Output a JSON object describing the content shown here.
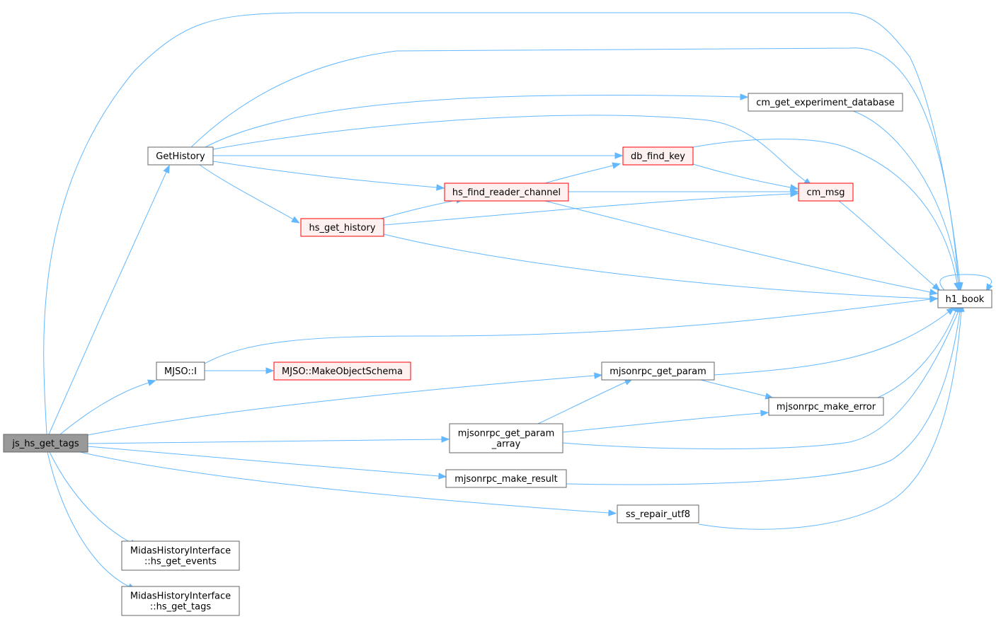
{
  "graph": {
    "nodes": [
      {
        "id": "root",
        "lines": [
          "js_hs_get_tags"
        ],
        "style": "root"
      },
      {
        "id": "gethistory",
        "lines": [
          "GetHistory"
        ],
        "style": "normal"
      },
      {
        "id": "mjso_i",
        "lines": [
          "MJSO::I"
        ],
        "style": "normal"
      },
      {
        "id": "hs_get_history",
        "lines": [
          "hs_get_history"
        ],
        "style": "red"
      },
      {
        "id": "mjso_makeobjectschema",
        "lines": [
          "MJSO::MakeObjectSchema"
        ],
        "style": "red"
      },
      {
        "id": "hs_find_reader_channel",
        "lines": [
          "hs_find_reader_channel"
        ],
        "style": "red"
      },
      {
        "id": "db_find_key",
        "lines": [
          "db_find_key"
        ],
        "style": "red"
      },
      {
        "id": "cm_get_experiment_database",
        "lines": [
          "cm_get_experiment_database"
        ],
        "style": "normal"
      },
      {
        "id": "cm_msg",
        "lines": [
          "cm_msg"
        ],
        "style": "red"
      },
      {
        "id": "h1_book",
        "lines": [
          "h1_book"
        ],
        "style": "normal"
      },
      {
        "id": "mjsonrpc_get_param",
        "lines": [
          "mjsonrpc_get_param"
        ],
        "style": "normal"
      },
      {
        "id": "mjsonrpc_get_param_array",
        "lines": [
          "mjsonrpc_get_param",
          "_array"
        ],
        "style": "normal"
      },
      {
        "id": "mjsonrpc_make_error",
        "lines": [
          "mjsonrpc_make_error"
        ],
        "style": "normal"
      },
      {
        "id": "mjsonrpc_make_result",
        "lines": [
          "mjsonrpc_make_result"
        ],
        "style": "normal"
      },
      {
        "id": "ss_repair_utf8",
        "lines": [
          "ss_repair_utf8"
        ],
        "style": "normal"
      },
      {
        "id": "mhi_hs_get_events",
        "lines": [
          "MidasHistoryInterface",
          "::hs_get_events"
        ],
        "style": "normal"
      },
      {
        "id": "mhi_hs_get_tags",
        "lines": [
          "MidasHistoryInterface",
          "::hs_get_tags"
        ],
        "style": "normal"
      }
    ],
    "edges": [
      {
        "from": "root",
        "to": "gethistory"
      },
      {
        "from": "root",
        "to": "h1_book"
      },
      {
        "from": "root",
        "to": "mjso_i"
      },
      {
        "from": "root",
        "to": "mjsonrpc_get_param"
      },
      {
        "from": "root",
        "to": "mjsonrpc_get_param_array"
      },
      {
        "from": "root",
        "to": "mjsonrpc_make_result"
      },
      {
        "from": "root",
        "to": "ss_repair_utf8"
      },
      {
        "from": "root",
        "to": "mhi_hs_get_events"
      },
      {
        "from": "root",
        "to": "mhi_hs_get_tags"
      },
      {
        "from": "gethistory",
        "to": "h1_book"
      },
      {
        "from": "gethistory",
        "to": "cm_get_experiment_database"
      },
      {
        "from": "gethistory",
        "to": "cm_msg"
      },
      {
        "from": "gethistory",
        "to": "db_find_key"
      },
      {
        "from": "gethistory",
        "to": "hs_find_reader_channel"
      },
      {
        "from": "gethistory",
        "to": "hs_get_history"
      },
      {
        "from": "hs_get_history",
        "to": "hs_find_reader_channel"
      },
      {
        "from": "hs_get_history",
        "to": "cm_msg"
      },
      {
        "from": "hs_get_history",
        "to": "h1_book"
      },
      {
        "from": "hs_find_reader_channel",
        "to": "db_find_key"
      },
      {
        "from": "hs_find_reader_channel",
        "to": "cm_msg"
      },
      {
        "from": "hs_find_reader_channel",
        "to": "h1_book"
      },
      {
        "from": "db_find_key",
        "to": "cm_msg"
      },
      {
        "from": "db_find_key",
        "to": "h1_book"
      },
      {
        "from": "cm_get_experiment_database",
        "to": "h1_book"
      },
      {
        "from": "cm_msg",
        "to": "h1_book"
      },
      {
        "from": "h1_book",
        "to": "h1_book"
      },
      {
        "from": "mjso_i",
        "to": "mjso_makeobjectschema"
      },
      {
        "from": "mjso_i",
        "to": "h1_book"
      },
      {
        "from": "mjsonrpc_get_param",
        "to": "mjsonrpc_make_error"
      },
      {
        "from": "mjsonrpc_get_param",
        "to": "h1_book"
      },
      {
        "from": "mjsonrpc_get_param_array",
        "to": "mjsonrpc_get_param"
      },
      {
        "from": "mjsonrpc_get_param_array",
        "to": "mjsonrpc_make_error"
      },
      {
        "from": "mjsonrpc_get_param_array",
        "to": "h1_book"
      },
      {
        "from": "mjsonrpc_make_error",
        "to": "h1_book"
      },
      {
        "from": "mjsonrpc_make_result",
        "to": "h1_book"
      },
      {
        "from": "ss_repair_utf8",
        "to": "h1_book"
      }
    ]
  }
}
